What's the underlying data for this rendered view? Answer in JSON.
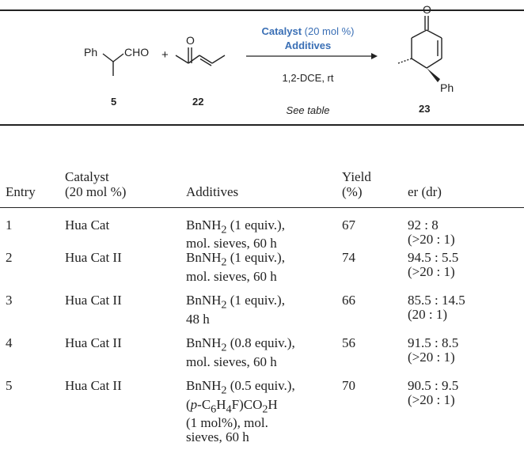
{
  "scheme": {
    "reactant1": {
      "ph": "Ph",
      "cho": "CHO",
      "label": "5"
    },
    "plus": "+",
    "reactant2": {
      "o": "O",
      "label": "22"
    },
    "conditions": {
      "catalyst_word": "Catalyst",
      "catalyst_rest": " (20 mol %)",
      "additives": "Additives",
      "solvent": "1,2-DCE, rt",
      "note": "See table"
    },
    "product": {
      "o": "O",
      "ph": "Ph",
      "label": "23"
    },
    "accent_color": "#3a6fb5"
  },
  "table": {
    "headers": {
      "entry": "Entry",
      "catalyst_line1": "Catalyst",
      "catalyst_line2": "(20 mol %)",
      "additives": "Additives",
      "yield_line1": "Yield",
      "yield_line2": "(%)",
      "er": "er (dr)"
    },
    "rows": [
      {
        "entry": "1",
        "catalyst": "Hua Cat",
        "add_base": "BnNH",
        "add_sub": "2",
        "add_rest": " (1 equiv.),",
        "add_line2": "mol. sieves, 60 h",
        "yield": "67",
        "er": "92 : 8",
        "dr": "(>20 : 1)"
      },
      {
        "entry": "2",
        "catalyst": "Hua Cat II",
        "add_base": "BnNH",
        "add_sub": "2",
        "add_rest": " (1 equiv.),",
        "add_line2": "mol. sieves, 60 h",
        "yield": "74",
        "er": "94.5 : 5.5",
        "dr": "(>20 : 1)"
      },
      {
        "entry": "3",
        "catalyst": "Hua Cat II",
        "add_base": "BnNH",
        "add_sub": "2",
        "add_rest": " (1 equiv.),",
        "add_line2": "48 h",
        "yield": "66",
        "er": "85.5 : 14.5",
        "dr": "(20 : 1)"
      },
      {
        "entry": "4",
        "catalyst": "Hua Cat II",
        "add_base": "BnNH",
        "add_sub": "2",
        "add_rest": " (0.8 equiv.),",
        "add_line2": "mol. sieves, 60 h",
        "yield": "56",
        "er": "91.5 : 8.5",
        "dr": "(>20 : 1)"
      },
      {
        "entry": "5",
        "catalyst": "Hua Cat II",
        "add_base": "BnNH",
        "add_sub": "2",
        "add_rest": " (0.5 equiv.),",
        "acid_a": "(",
        "acid_p": "p",
        "acid_b": "-C",
        "acid_s1": "6",
        "acid_c": "H",
        "acid_s2": "4",
        "acid_d": "F)CO",
        "acid_s3": "2",
        "acid_e": "H",
        "add_line3": "(1 mol%), mol.",
        "add_line4": "sieves, 60 h",
        "yield": "70",
        "er": "90.5 : 9.5",
        "dr": "(>20 : 1)"
      }
    ]
  }
}
